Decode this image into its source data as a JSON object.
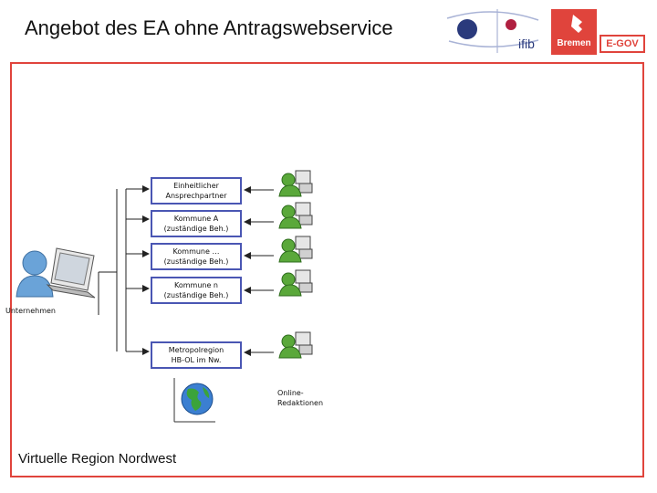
{
  "title": "Angebot des EA ohne Antragswebservice",
  "logos": {
    "ifib": "ifib",
    "bremen": "Bremen",
    "egov": "E-GOV"
  },
  "user_label": "Unternehmen",
  "boxes": [
    {
      "line1": "Einheitlicher",
      "line2": "Ansprechpartner"
    },
    {
      "line1": "Kommune A",
      "line2": "(zuständige Beh.)"
    },
    {
      "line1": "Kommune …",
      "line2": "(zuständige Beh.)"
    },
    {
      "line1": "Kommune n",
      "line2": "(zuständige Beh.)"
    },
    {
      "line1": "Metropolregion",
      "line2": "HB-OL im Nw."
    }
  ],
  "online_label": {
    "line1": "Online-",
    "line2": "Redaktionen"
  },
  "footer": "Virtuelle Region Nordwest",
  "colors": {
    "frame": "#e0443c",
    "box_border": "#4a56b3",
    "arrow": "#222222"
  },
  "icons": {
    "user": "person-with-laptop-icon",
    "editor": "person-at-computer-icon",
    "globe": "globe-icon"
  }
}
